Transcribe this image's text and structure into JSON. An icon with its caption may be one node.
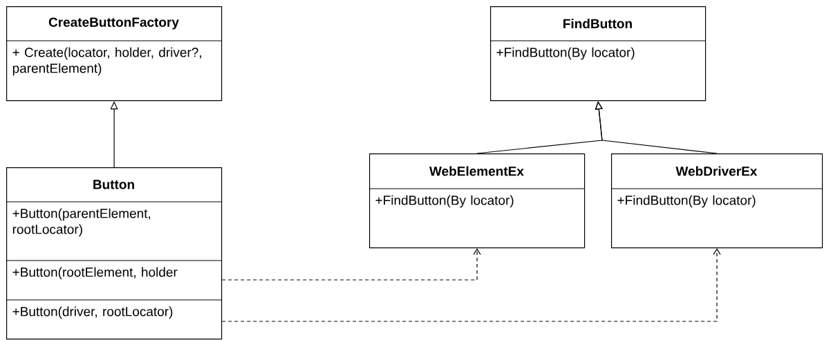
{
  "diagram": {
    "nodes": [
      {
        "text": [
          "CreateButtonFactory",
          "+ Create(locator, holder, driver?, parentElement)"
        ]
      },
      {
        "text": [
          "Button",
          "+Button(parentElement, rootLocator)",
          "+Button(rootElement, holder",
          "+Button(driver, rootLocator)"
        ]
      },
      {
        "text": [
          "FindButton",
          "+FindButton(By locator)"
        ]
      },
      {
        "text": [
          "WebElementEx",
          "+FindButton(By locator)"
        ]
      },
      {
        "text": [
          "WebDriverEx",
          "+FindButton(By locator)"
        ]
      }
    ],
    "edges": [
      {
        "from": 1,
        "to": 0,
        "arrow": "to"
      },
      {
        "from": 3,
        "to": 2,
        "arrow": "to"
      },
      {
        "from": 4,
        "to": 2,
        "arrow": "to"
      },
      {
        "from": 1,
        "to": 3,
        "arrow": "to",
        "style": "dashed"
      },
      {
        "from": 1,
        "to": 4,
        "arrow": "to",
        "style": "dashed"
      }
    ]
  }
}
